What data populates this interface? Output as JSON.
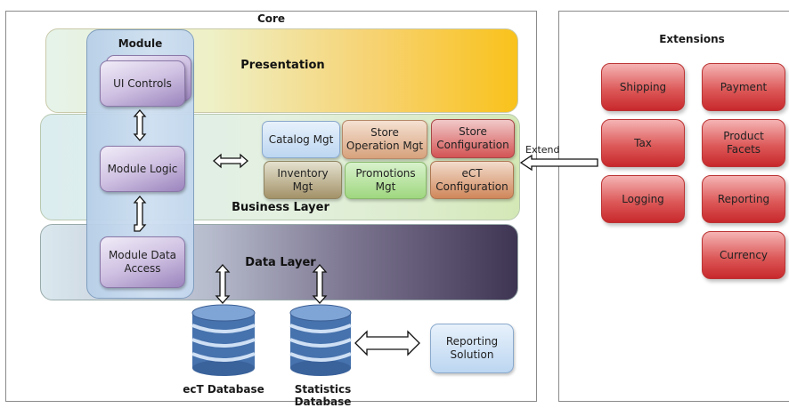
{
  "core": {
    "title": "Core",
    "layers": {
      "presentation": "Presentation",
      "business": "Business Layer",
      "data": "Data Layer"
    },
    "module": {
      "title": "Module",
      "ui_controls": "UI Controls",
      "logic": "Module Logic",
      "data_access_line1": "Module Data",
      "data_access_line2": "Access"
    },
    "business_boxes": [
      {
        "line1": "Catalog Mgt",
        "line2": ""
      },
      {
        "line1": "Store",
        "line2": "Operation Mgt"
      },
      {
        "line1": "Store",
        "line2": "Configuration"
      },
      {
        "line1": "Inventory",
        "line2": "Mgt"
      },
      {
        "line1": "Promotions",
        "line2": "Mgt"
      },
      {
        "line1": "eCT",
        "line2": "Configuration"
      }
    ],
    "databases": [
      {
        "label": "ecT Database"
      },
      {
        "label": "Statistics Database"
      }
    ],
    "reporting": {
      "line1": "Reporting",
      "line2": "Solution"
    }
  },
  "extend_label": "Extend",
  "extensions": {
    "title": "Extensions",
    "items": [
      {
        "line1": "Shipping",
        "line2": ""
      },
      {
        "line1": "Payment",
        "line2": ""
      },
      {
        "line1": "Tax",
        "line2": ""
      },
      {
        "line1": "Product",
        "line2": "Facets"
      },
      {
        "line1": "Logging",
        "line2": ""
      },
      {
        "line1": "Reporting",
        "line2": ""
      },
      {
        "line1": "Currency",
        "line2": ""
      }
    ]
  }
}
